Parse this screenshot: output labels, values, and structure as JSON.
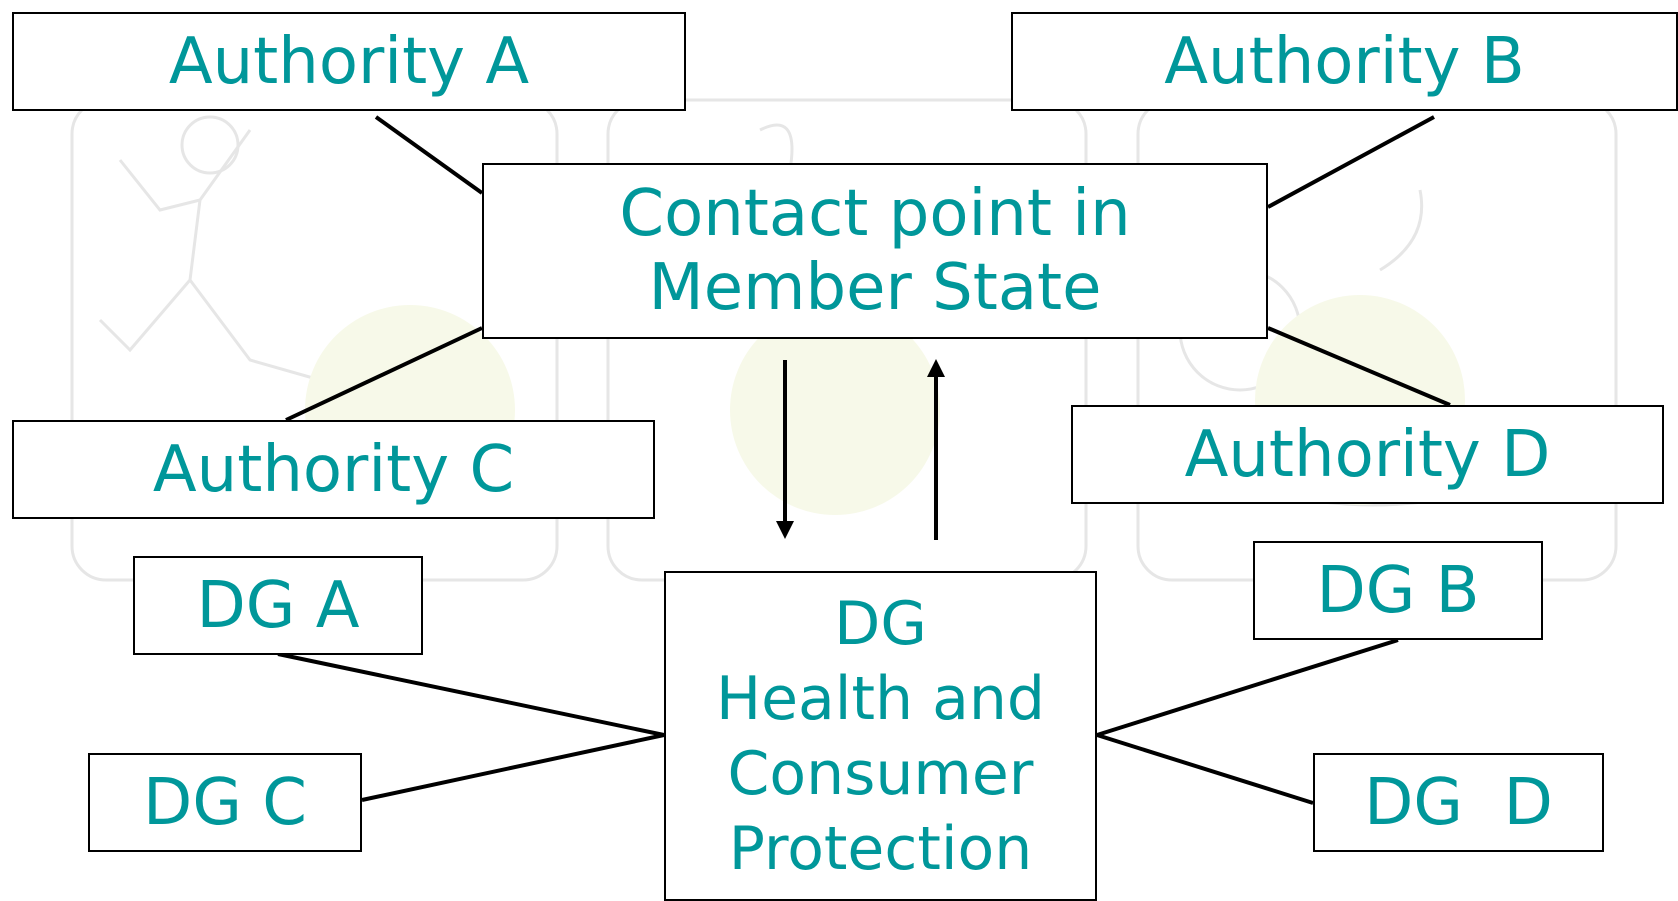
{
  "nodes": {
    "authority_a": "Authority A",
    "authority_b": "Authority B",
    "authority_c": "Authority C",
    "authority_d": "Authority D",
    "contact_point": "Contact point in\nMember State",
    "dg_a": "DG A",
    "dg_b": "DG B",
    "dg_c": "DG C",
    "dg_d": "DG  D",
    "dg_health": "DG\nHealth and\nConsumer\nProtection"
  },
  "colors": {
    "text": "#00979a",
    "border": "#000000",
    "watermark_line": "#e4e4e4",
    "watermark_fill": "#f6f8e6"
  },
  "background_icons": [
    "running-person-icon",
    "cooking-pot-icon",
    "fruit-bowl-icon"
  ]
}
